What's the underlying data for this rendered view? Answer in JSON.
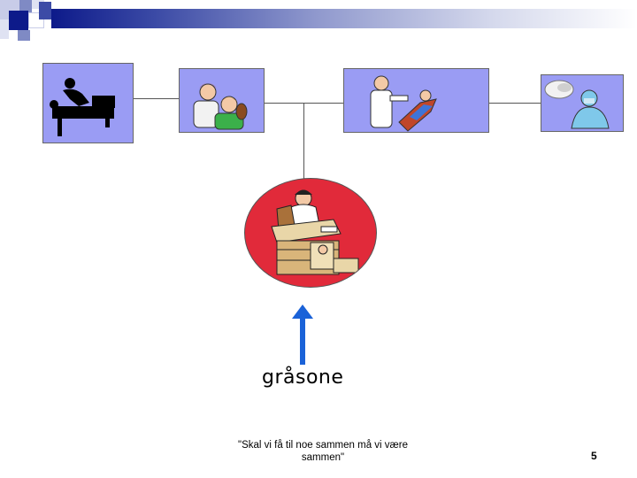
{
  "diagram": {
    "gray_zone_label": "gråsone",
    "quote": "\"Skal vi få til noe sammen må vi være sammen\"",
    "page_number": "5"
  },
  "colors": {
    "panel_fill": "#9a9cf4",
    "circle_fill": "#e12a3a",
    "arrow": "#1a62d8",
    "title_bar": "#0d1a8a"
  },
  "panels": [
    {
      "name": "massage-therapist",
      "icon": "massage-table-icon"
    },
    {
      "name": "hairdresser",
      "icon": "hairdresser-icon"
    },
    {
      "name": "dentist",
      "icon": "dentist-icon"
    },
    {
      "name": "surgeon",
      "icon": "surgeon-icon"
    }
  ],
  "center_node": {
    "name": "desk-worker",
    "icon": "office-desk-icon"
  }
}
